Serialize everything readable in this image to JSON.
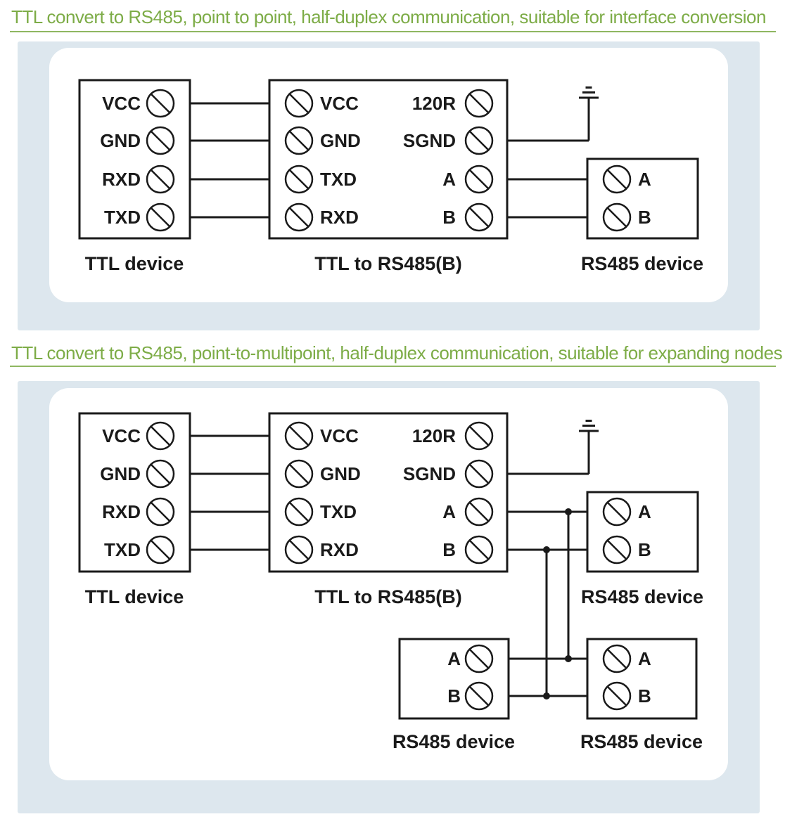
{
  "page": {
    "background": "#ffffff",
    "accent_green": "#7dac47",
    "underline_green": "#8fb761",
    "panel_blue": "#dde7ee",
    "diagram_line": "#1a1a1a"
  },
  "icons": {
    "terminal": "screw-terminal-icon",
    "ground": "earth-ground-icon",
    "junction": "wire-junction-dot"
  },
  "sections": [
    {
      "heading": "TTL convert to RS485, point to point, half-duplex communication, suitable for interface conversion",
      "ttl_device": {
        "caption": "TTL device",
        "terminals": [
          "VCC",
          "GND",
          "RXD",
          "TXD"
        ]
      },
      "converter": {
        "caption": "TTL to RS485(B)",
        "left_terminals": [
          "VCC",
          "GND",
          "TXD",
          "RXD"
        ],
        "right_terminals": [
          "120R",
          "SGND",
          "A",
          "B"
        ]
      },
      "rs485_devices": [
        {
          "caption": "RS485 device",
          "terminals": [
            "A",
            "B"
          ]
        }
      ]
    },
    {
      "heading": "TTL convert to RS485, point-to-multipoint, half-duplex communication, suitable for expanding nodes",
      "ttl_device": {
        "caption": "TTL device",
        "terminals": [
          "VCC",
          "GND",
          "RXD",
          "TXD"
        ]
      },
      "converter": {
        "caption": "TTL to RS485(B)",
        "left_terminals": [
          "VCC",
          "GND",
          "TXD",
          "RXD"
        ],
        "right_terminals": [
          "120R",
          "SGND",
          "A",
          "B"
        ]
      },
      "rs485_devices": [
        {
          "caption": "RS485 device",
          "terminals": [
            "A",
            "B"
          ]
        },
        {
          "caption": "RS485 device",
          "terminals": [
            "A",
            "B"
          ]
        },
        {
          "caption": "RS485 device",
          "terminals": [
            "A",
            "B"
          ]
        }
      ]
    }
  ]
}
